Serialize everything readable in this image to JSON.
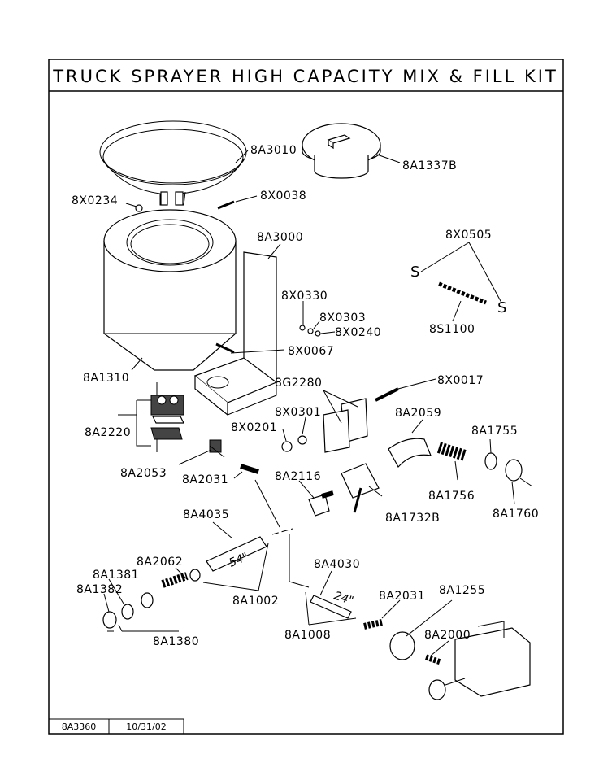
{
  "title": "TRUCK SPRAYER HIGH CAPACITY MIX & FILL KIT",
  "footer": {
    "part_no": "8A3360",
    "date": "10/31/02"
  },
  "dims": {
    "hose_long": "54\"",
    "hose_short": "24\""
  },
  "labels": {
    "p8A3010": "8A3010",
    "p8A1337B": "8A1337B",
    "p8X0234": "8X0234",
    "p8X0038": "8X0038",
    "p8A3000": "8A3000",
    "p8X0505": "8X0505",
    "p8X0330": "8X0330",
    "p8X0303": "8X0303",
    "p8X0240": "8X0240",
    "p8S1100": "8S1100",
    "p8X0067": "8X0067",
    "p8A1310": "8A1310",
    "p8G2280": "8G2280",
    "p8X0017": "8X0017",
    "p8X0301": "8X0301",
    "p8A2059": "8A2059",
    "p8A2220": "8A2220",
    "p8X0201": "8X0201",
    "p8A1755": "8A1755",
    "p8A2053": "8A2053",
    "p8A2031a": "8A2031",
    "p8A2116": "8A2116",
    "p8A1756": "8A1756",
    "p8A1732B": "8A1732B",
    "p8A1760": "8A1760",
    "p8A4035": "8A4035",
    "p8A2062": "8A2062",
    "p8A1381": "8A1381",
    "p8A1382": "8A1382",
    "p8A1002": "8A1002",
    "p8A4030": "8A4030",
    "p8A2031b": "8A2031",
    "p8A1255": "8A1255",
    "p8A2000": "8A2000",
    "p8A1008": "8A1008",
    "p8A1380": "8A1380"
  }
}
